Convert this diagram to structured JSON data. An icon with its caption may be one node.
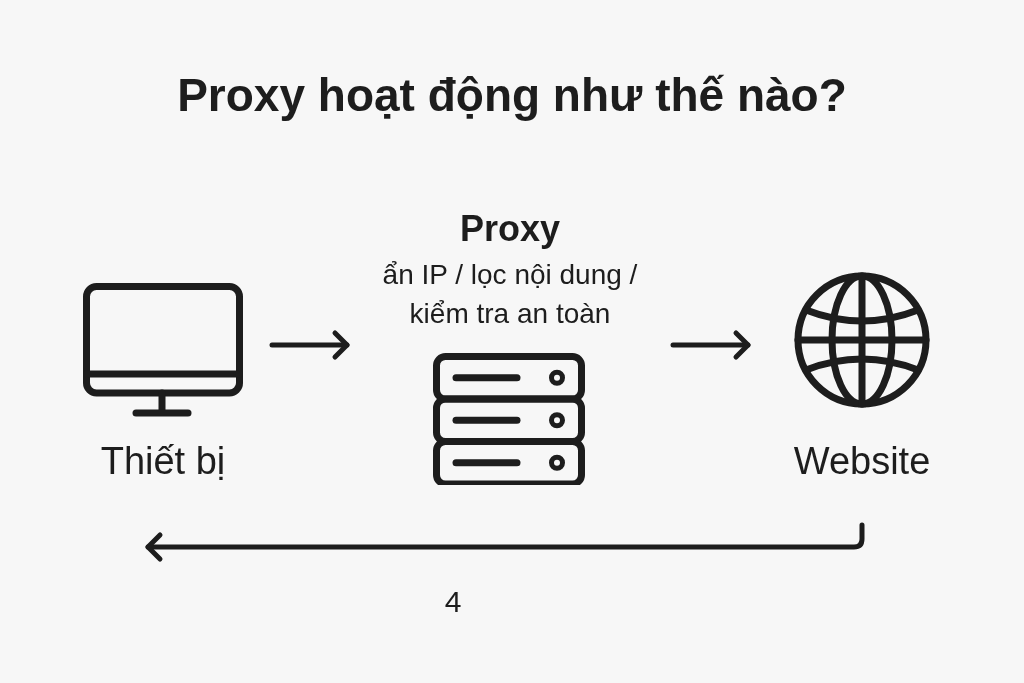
{
  "diagram": {
    "title": "Proxy hoạt động như thế nào?",
    "nodes": [
      {
        "text": [
          "Thiết bị"
        ]
      },
      {
        "text": [
          "Proxy",
          "ẩn IP / lọc nội dung / kiểm tra an toàn"
        ]
      },
      {
        "text": [
          "Website"
        ]
      }
    ],
    "edges": [
      {
        "from": 0,
        "to": 1,
        "arrow": "to"
      },
      {
        "from": 1,
        "to": 2,
        "arrow": "to"
      },
      {
        "from": 2,
        "to": null,
        "arrow": "to"
      }
    ],
    "labels": [
      "4"
    ]
  }
}
